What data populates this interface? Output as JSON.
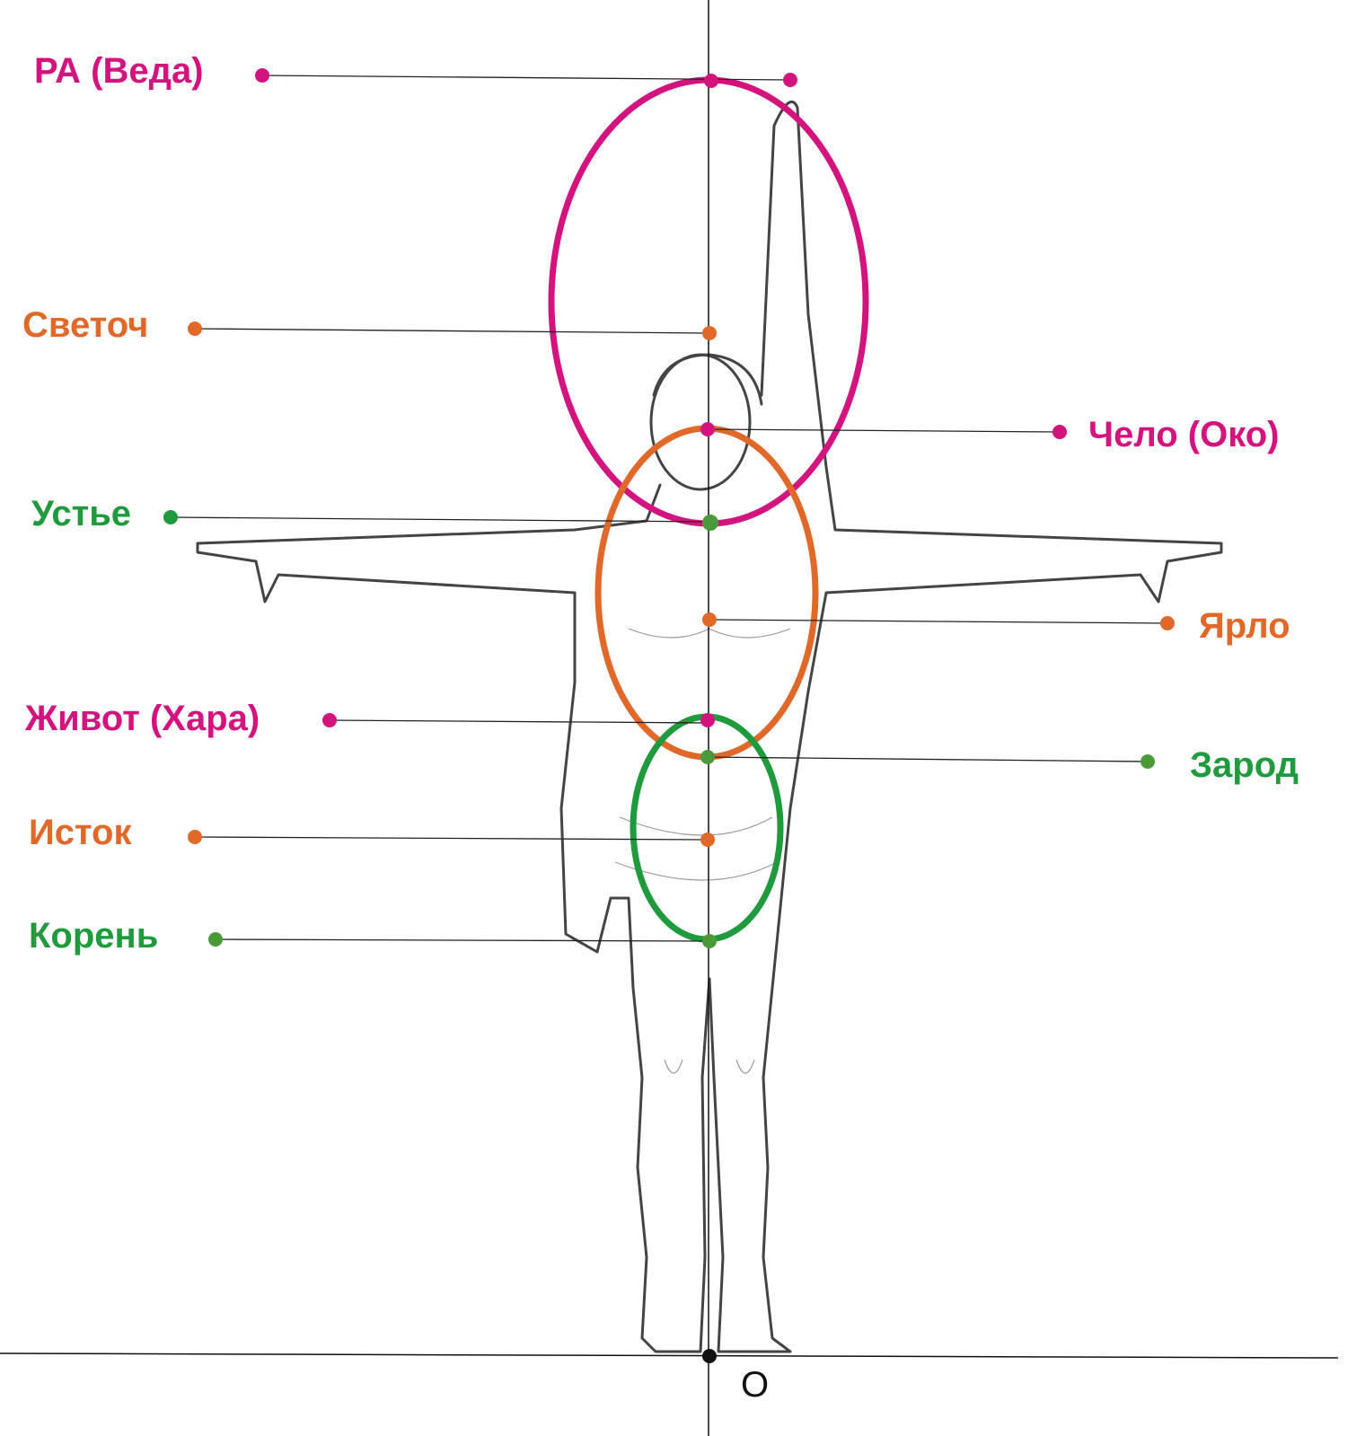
{
  "colors": {
    "magenta": "#d3147e",
    "orange": "#e0692a",
    "green": "#1f9a3c",
    "axis": "#111111"
  },
  "labels": {
    "ra": "РА (Веда)",
    "svetoch": "Светоч",
    "chelo": "Чело (Око)",
    "ustye": "Устье",
    "yarlo": "Ярло",
    "zhivot": "Живот (Хара)",
    "zarod": "Зарод",
    "istok": "Исток",
    "koren": "Корень"
  },
  "origin_label": "O"
}
